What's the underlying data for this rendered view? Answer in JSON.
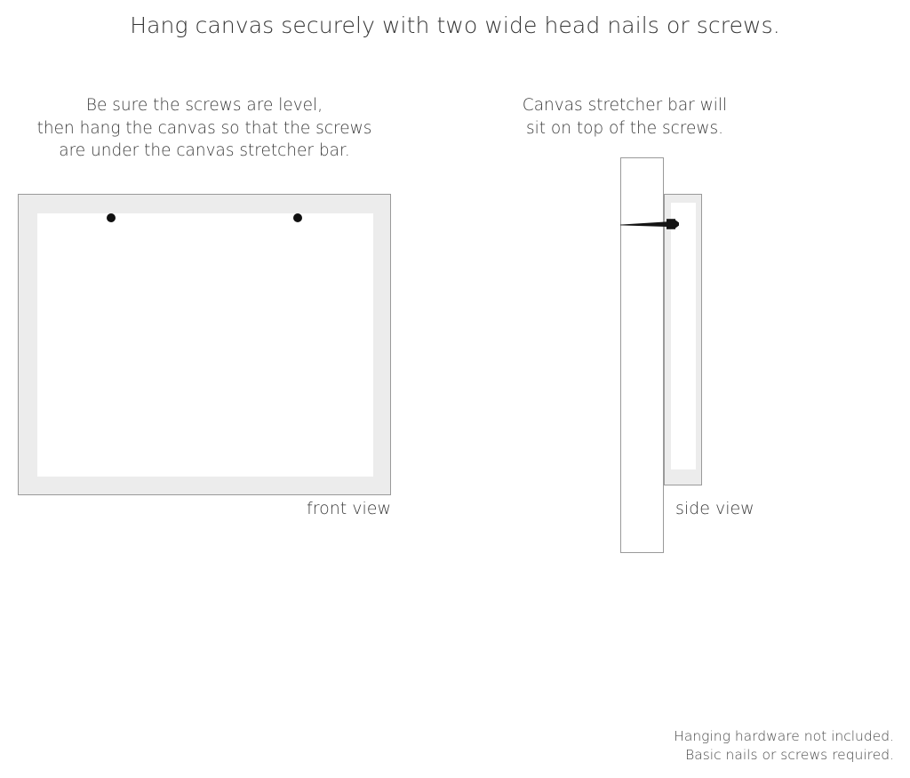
{
  "headline": "Hang canvas securely with two wide head nails or screws.",
  "captions": {
    "left": {
      "lines": [
        "Be sure the screws are level,",
        "then hang the canvas so that the screws",
        "are under the canvas stretcher bar."
      ]
    },
    "right": {
      "lines": [
        "Canvas stretcher bar will",
        "sit on top of the screws."
      ]
    }
  },
  "diagrams": {
    "front_view": {
      "label": "front view",
      "screw_count": 2,
      "screw_positions": [
        "left",
        "right"
      ]
    },
    "side_view": {
      "label": "side view",
      "screw_count": 1
    }
  },
  "footer": {
    "lines": [
      "Hanging hardware not included.",
      "Basic nails or screws required."
    ]
  },
  "colors": {
    "text": "#3a3a3a",
    "headline": "#333333",
    "outline": "#9a9a9a",
    "mat_fill": "#ececec",
    "canvas_fill": "#ffffff",
    "hardware": "#101010",
    "background": "#ffffff"
  }
}
